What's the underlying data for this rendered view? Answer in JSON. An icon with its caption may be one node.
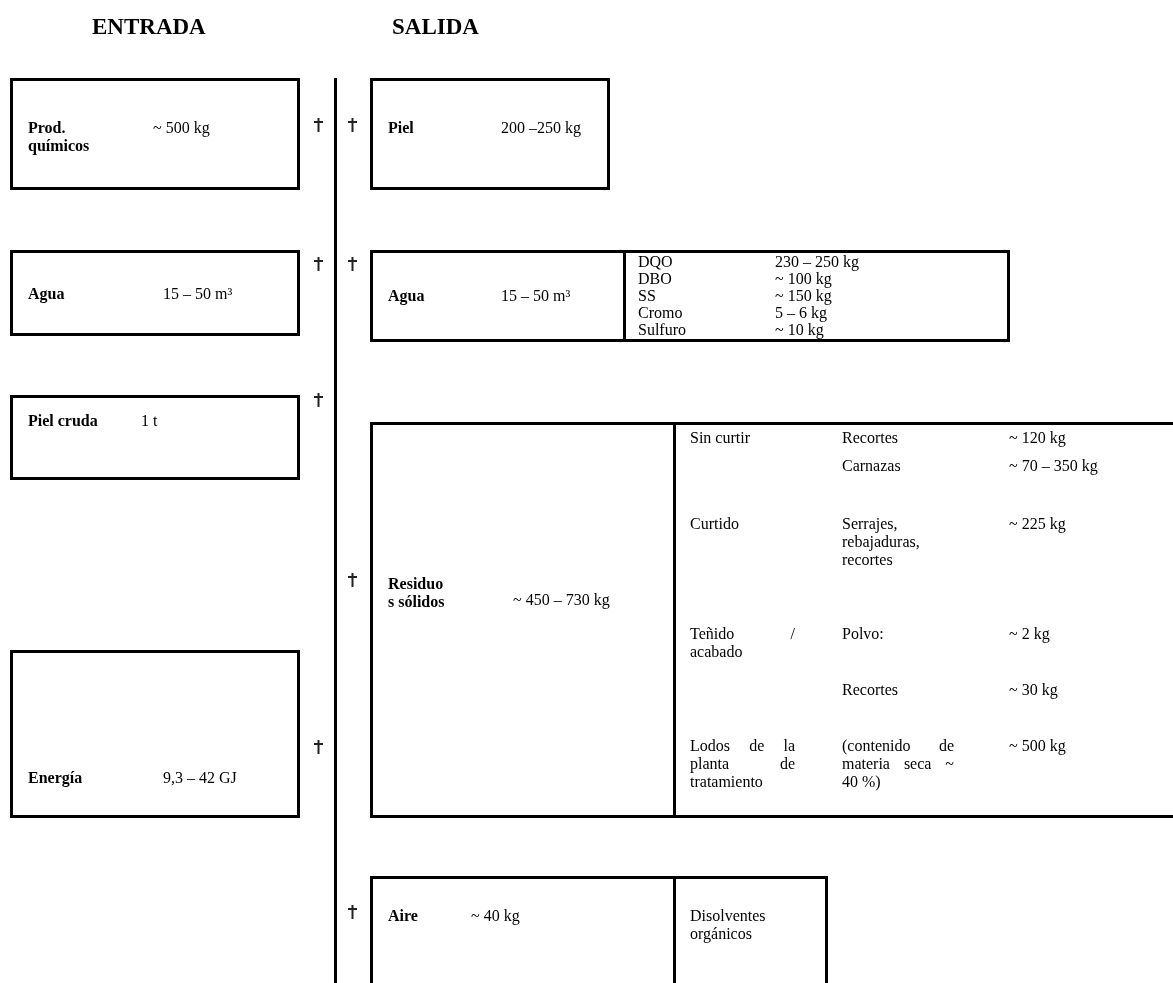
{
  "diagram": {
    "nodes": [
      {
        "text": [
          "Prod. químicos",
          "~ 500 kg"
        ]
      },
      {
        "text": [
          "Agua",
          "15 – 50 m³"
        ]
      },
      {
        "text": [
          "Piel cruda",
          "1 t"
        ]
      },
      {
        "text": [
          "Energía",
          "9,3 – 42 GJ"
        ]
      },
      {
        "text": [
          "Piel",
          "200 –250 kg"
        ]
      },
      {
        "text": [
          "Agua",
          "15 – 50 m³",
          "DQO",
          "230 – 250 kg",
          "DBO",
          "~ 100 kg",
          "SS",
          "~ 150 kg",
          "Cromo",
          "5 – 6 kg",
          "Sulfuro",
          "~ 10 kg"
        ]
      },
      {
        "text": [
          "Residuo s sólidos",
          "~ 450 – 730 kg",
          "Sin curtir",
          "Recortes",
          "~ 120 kg",
          "Carnazas",
          "~ 70 – 350 kg",
          "Curtido",
          "Serrajes, rebajaduras, recortes",
          "~ 225 kg",
          "Teñido / acabado",
          "Polvo:",
          "~ 2 kg",
          "Recortes",
          "~ 30 kg",
          "Lodos de la planta de tratamiento",
          "(contenido de materia seca ~ 40 %)",
          "~ 500 kg"
        ]
      },
      {
        "text": [
          "Aire",
          "~ 40 kg",
          "Disolventes orgánicos"
        ]
      }
    ],
    "labels": [
      "ENTRADA",
      "SALIDA"
    ]
  }
}
